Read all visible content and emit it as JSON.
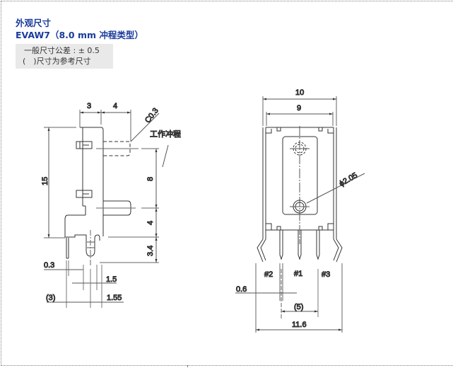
{
  "header": {
    "title": "外观尺寸",
    "subtitle": "EVAW7（8.0 mm 冲程类型）"
  },
  "notes": {
    "tolerance": "一般尺寸公差 : ± 0.5",
    "reference": "(　)尺寸为参考尺寸"
  },
  "side_view": {
    "dim_width_left": "3",
    "dim_width_right": "4",
    "chamfer": "C0.3",
    "stroke_label": "工作冲程",
    "dim_height_total": "15",
    "dim_stroke": "8",
    "dim_lower": "4",
    "dim_pin": "3.4",
    "dim_pin_thickness": "0.3",
    "dim_slot": "1.5",
    "dim_ref_3": "(3)",
    "dim_offset": "1.55"
  },
  "front_view": {
    "dim_outer_width": "10",
    "dim_inner_width": "9",
    "dim_hole": "ϕ2.05",
    "pin_2": "#2",
    "pin_1": "#1",
    "pin_3": "#3",
    "dim_pin_width": "0.6",
    "dim_pin_pitch": "(5)",
    "dim_total_width": "11.6"
  }
}
